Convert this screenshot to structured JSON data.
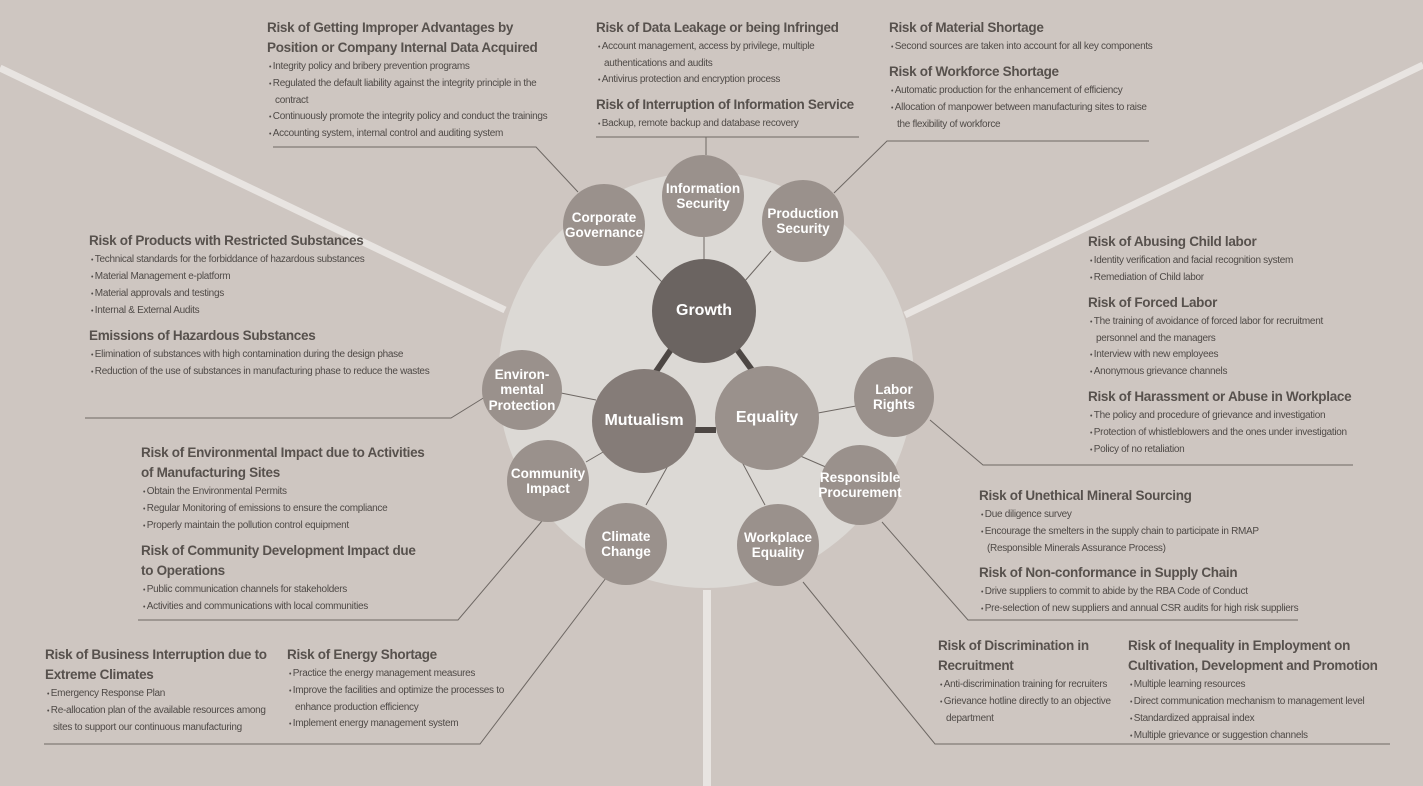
{
  "core": {
    "top": "Growth",
    "left": "Mutualism",
    "right": "Equality"
  },
  "topics": {
    "information_security": [
      "Information",
      "Security"
    ],
    "corporate_governance": [
      "Corporate",
      "Governance"
    ],
    "production_security": [
      "Production",
      "Security"
    ],
    "environmental_protection": [
      "Environ-",
      "mental",
      "Protection"
    ],
    "labor_rights": [
      "Labor",
      "Rights"
    ],
    "community_impact": [
      "Community",
      "Impact"
    ],
    "responsible_procurement": [
      "Responsible",
      "Procurement"
    ],
    "climate_change": [
      "Climate",
      "Change"
    ],
    "workplace_equality": [
      "Workplace",
      "Equality"
    ]
  },
  "blocks": {
    "improper_advantages": [
      {
        "title": "Risk of Getting Improper Advantages by Position or Company Internal Data Acquired",
        "items": [
          "Integrity policy and bribery prevention programs",
          "Regulated the default liability against the integrity principle in the contract",
          "Continuously promote the integrity policy and conduct the trainings",
          "Accounting system, internal control and auditing system"
        ]
      }
    ],
    "data_security": [
      {
        "title": "Risk of Data Leakage or being Infringed",
        "items": [
          "Account management, access by privilege, multiple authentications and audits",
          "Antivirus protection and encryption process"
        ]
      },
      {
        "title": "Risk of Interruption of Information Service",
        "items": [
          "Backup, remote backup and database recovery"
        ]
      }
    ],
    "production": [
      {
        "title": "Risk of Material Shortage",
        "items": [
          "Second  sources are taken into account for all key components"
        ]
      },
      {
        "title": "Risk of Workforce Shortage",
        "items": [
          "Automatic production for the enhancement of efficiency",
          "Allocation of manpower between manufacturing sites to raise the flexibility of workforce"
        ]
      }
    ],
    "restricted_substances": [
      {
        "title": "Risk of Products with Restricted Substances",
        "items": [
          "Technical standards for the forbiddance of hazardous substances",
          "Material Management e-platform",
          "Material approvals and testings",
          "Internal & External Audits"
        ]
      },
      {
        "title": "Emissions of Hazardous Substances",
        "items": [
          "Elimination of substances with high contamination during the design phase",
          "Reduction of the use of substances in manufacturing phase to reduce the wastes"
        ]
      }
    ],
    "labor": [
      {
        "title": "Risk of  Abusing Child labor",
        "items": [
          "Identity verification and facial recognition system",
          "Remediation of Child labor"
        ]
      },
      {
        "title": "Risk of Forced Labor",
        "items": [
          "The training of avoidance of forced labor for recruitment personnel and the managers",
          "Interview with new employees",
          "Anonymous grievance channels"
        ]
      },
      {
        "title": "Risk of Harassment or Abuse in Workplace",
        "items": [
          "The policy and procedure  of grievance and investigation",
          "Protection of whistleblowers and the ones under investigation",
          "Policy of no retaliation"
        ]
      }
    ],
    "community": [
      {
        "title": "Risk of Environmental Impact due to Activities of Manufacturing Sites",
        "items": [
          "Obtain the Environmental Permits",
          "Regular Monitoring of emissions to ensure the compliance",
          "Properly maintain the pollution control equipment"
        ]
      },
      {
        "title": "Risk of Community Development Impact due to Operations",
        "items": [
          "Public communication channels for stakeholders",
          "Activities and  communications with local communities"
        ]
      }
    ],
    "procurement": [
      {
        "title": "Risk of Unethical Mineral Sourcing",
        "items": [
          "Due diligence survey",
          "Encourage the smelters in the supply chain to participate in RMAP (Responsible Minerals Assurance Process)"
        ]
      },
      {
        "title": "Risk of Non-conformance in Supply Chain",
        "items": [
          "Drive suppliers to commit to abide by the RBA Code of Conduct",
          "Pre-selection of new suppliers and annual CSR audits for high risk suppliers"
        ]
      }
    ],
    "extreme_climate": [
      {
        "title": "Risk of Business Interruption due to Extreme Climates",
        "items": [
          "Emergency Response Plan",
          "Re-allocation plan of the available resources among sites to support our continuous manufacturing"
        ]
      }
    ],
    "energy": [
      {
        "title": "Risk of Energy Shortage",
        "items": [
          "Practice the energy management measures",
          "Improve the facilities and optimize the processes to enhance production efficiency",
          "Implement energy management system"
        ]
      }
    ],
    "discrimination": [
      {
        "title": "Risk of Discrimination in Recruitment",
        "items": [
          "Anti-discrimination training for recruiters",
          "Grievance hotline directly to an objective department"
        ]
      }
    ],
    "inequality": [
      {
        "title": "Risk of Inequality in Employment on Cultivation, Development and Promotion",
        "items": [
          "Multiple learning resources",
          "Direct communication mechanism to management level",
          "Standardized appraisal index",
          "Multiple grievance or suggestion channels"
        ]
      }
    ]
  },
  "colors": {
    "background": "#cec6c1",
    "inner_disc": "#dcd9d5",
    "white_lines": "#e8e4e1",
    "core_dark": "#6b6461",
    "core_mid": "#857c78",
    "topic_bubble": "#9a918c",
    "text": "#4f4a47"
  }
}
